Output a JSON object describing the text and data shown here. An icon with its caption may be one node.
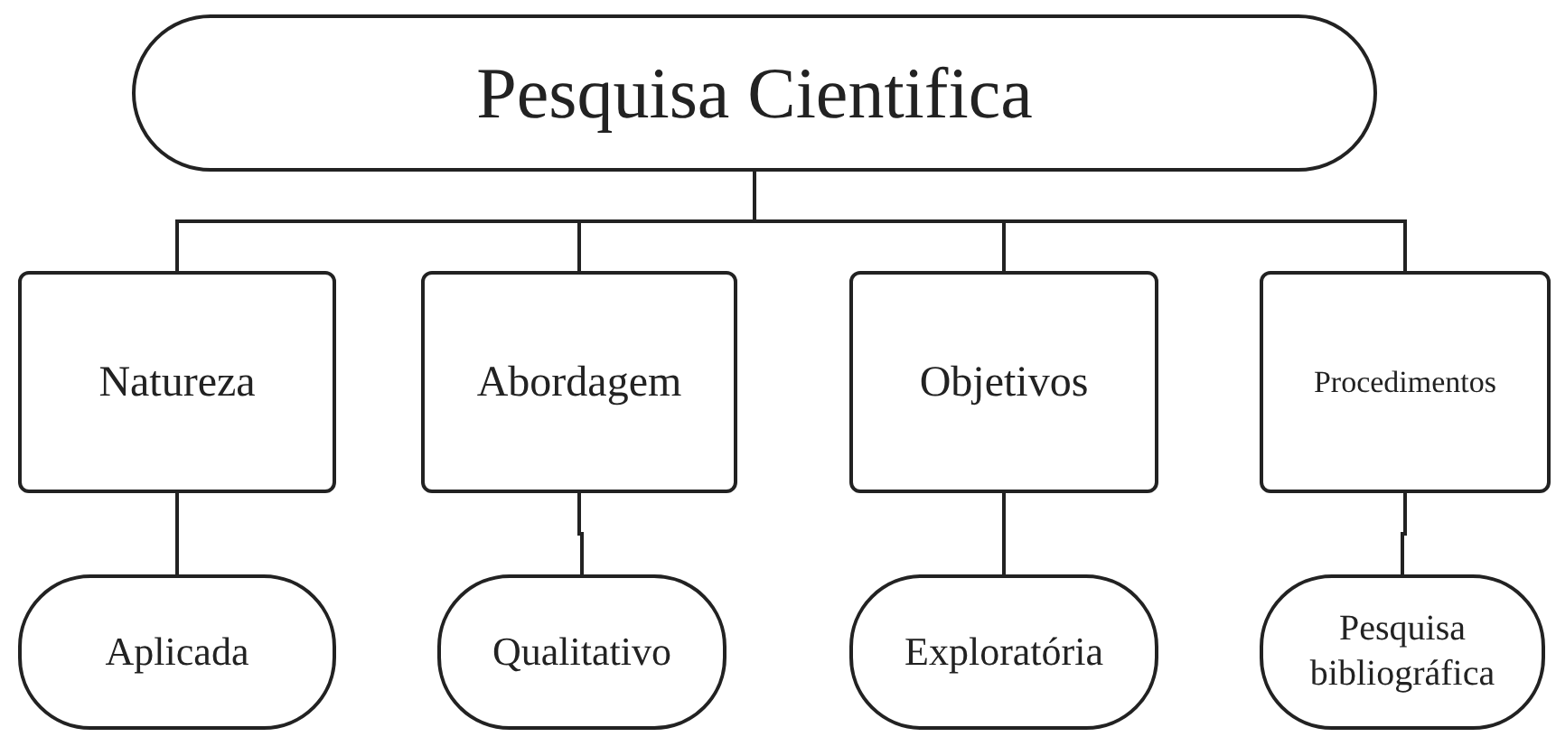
{
  "diagram": {
    "nodes": [
      {
        "text": [
          "Pesquisa Cientifica"
        ]
      },
      {
        "text": [
          "Natureza"
        ]
      },
      {
        "text": [
          "Abordagem"
        ]
      },
      {
        "text": [
          "Objetivos"
        ]
      },
      {
        "text": [
          "Procedimentos"
        ]
      },
      {
        "text": [
          "Aplicada"
        ]
      },
      {
        "text": [
          "Qualitativo"
        ]
      },
      {
        "text": [
          "Exploratória"
        ]
      },
      {
        "text": [
          "Pesquisa bibliográfica"
        ]
      }
    ],
    "edges": [
      {
        "from": 0,
        "to": 1,
        "arrow": "none"
      },
      {
        "from": 0,
        "to": 2,
        "arrow": "none"
      },
      {
        "from": 0,
        "to": 3,
        "arrow": "none"
      },
      {
        "from": 0,
        "to": 4,
        "arrow": "none"
      },
      {
        "from": 1,
        "to": 5,
        "arrow": "none"
      },
      {
        "from": 2,
        "to": 6,
        "arrow": "none"
      },
      {
        "from": 3,
        "to": 7,
        "arrow": "none"
      },
      {
        "from": 4,
        "to": 8,
        "arrow": "none"
      }
    ]
  }
}
